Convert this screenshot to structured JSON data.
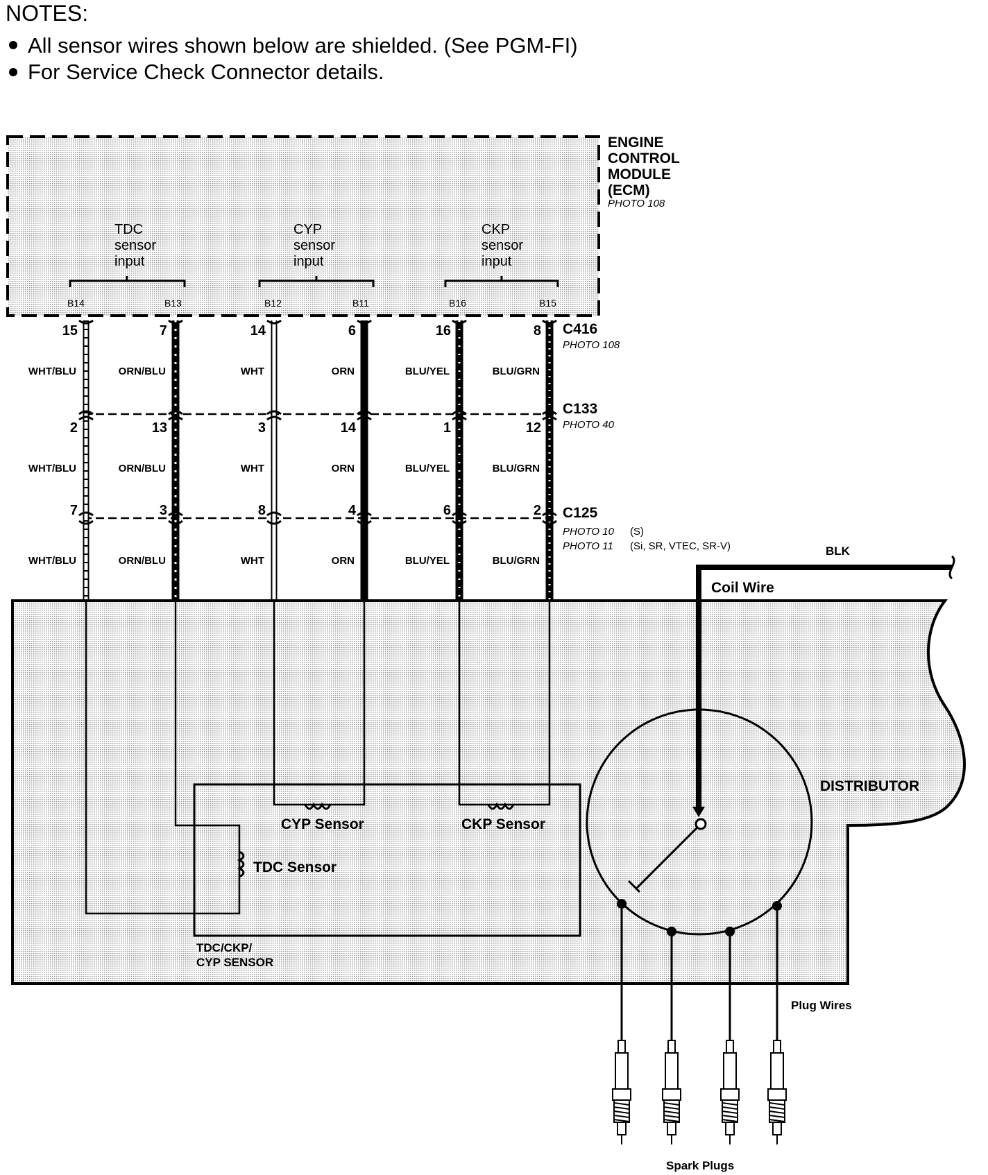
{
  "notes": {
    "heading": "NOTES:",
    "items": [
      "All sensor wires shown below are shielded. (See PGM-FI)",
      "For Service Check Connector details."
    ]
  },
  "ecm": {
    "title_lines": [
      "ENGINE",
      "CONTROL",
      "MODULE",
      "(ECM)"
    ],
    "photo": "PHOTO 108",
    "inputs": [
      {
        "lines": [
          "TDC",
          "sensor",
          "input"
        ],
        "pins": [
          "B14",
          "B13"
        ]
      },
      {
        "lines": [
          "CYP",
          "sensor",
          "input"
        ],
        "pins": [
          "B12",
          "B11"
        ]
      },
      {
        "lines": [
          "CKP",
          "sensor",
          "input"
        ],
        "pins": [
          "B16",
          "B15"
        ]
      }
    ]
  },
  "connectors": [
    {
      "name": "C416",
      "photo_lines": [
        "PHOTO 108"
      ],
      "pins": [
        "15",
        "7",
        "14",
        "6",
        "16",
        "8"
      ]
    },
    {
      "name": "C133",
      "photo_lines": [
        "PHOTO 40"
      ],
      "pins": [
        "2",
        "13",
        "3",
        "14",
        "1",
        "12"
      ]
    },
    {
      "name": "C125",
      "photo_lines": [
        "PHOTO 10",
        "PHOTO 11"
      ],
      "photo_notes": [
        "(S)",
        "(Si, SR, VTEC, SR-V)"
      ],
      "pins": [
        "7",
        "3",
        "8",
        "4",
        "6",
        "2"
      ]
    }
  ],
  "wire_colors": [
    "WHT/BLU",
    "ORN/BLU",
    "WHT",
    "ORN",
    "BLU/YEL",
    "BLU/GRN"
  ],
  "distributor": {
    "label": "DISTRIBUTOR",
    "coil_wire": "Coil Wire",
    "blk": "BLK",
    "plug_wires": "Plug Wires",
    "spark_plugs": "Spark Plugs",
    "sensor_box_lines": [
      "TDC/CKP/",
      "CYP SENSOR"
    ],
    "sensors": [
      "CYP Sensor",
      "CKP Sensor",
      "TDC Sensor"
    ]
  }
}
